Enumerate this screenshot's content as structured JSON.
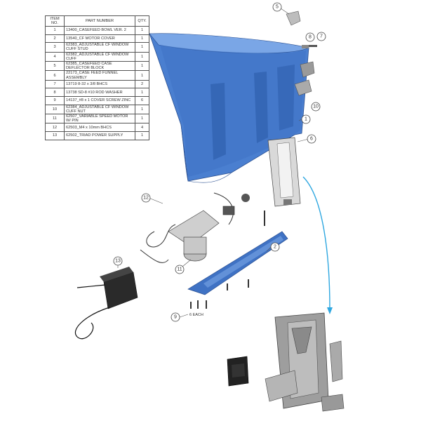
{
  "table": {
    "headers": {
      "item_no": "ITEM\nNO.",
      "part_number": "PART NUMBER",
      "qty": "QTY."
    },
    "rows": [
      {
        "item": "1",
        "part": "13400_CASEFEED BOWL VER. 2",
        "qty": "1"
      },
      {
        "item": "2",
        "part": "13540_CF MOTOR COVER",
        "qty": "1"
      },
      {
        "item": "3",
        "part": "62383_ADJUSTABLE CF WINDOW CUFF STUD",
        "qty": "1"
      },
      {
        "item": "4",
        "part": "62382_ADJUSTABLE CF WINDOW CUFF",
        "qty": "1"
      },
      {
        "item": "5",
        "part": "62385_CASEFEED CASE DEFLECTOR BLOCK",
        "qty": "1"
      },
      {
        "item": "6",
        "part": "22173_CASE FEED FUNNEL ASSEMBLY",
        "qty": "1"
      },
      {
        "item": "7",
        "part": "13719 8-32 x 3/8 BHCS",
        "qty": "2"
      },
      {
        "item": "8",
        "part": "13738 SD-8 #10 ROD WASHER",
        "qty": "1"
      },
      {
        "item": "9",
        "part": "14137_#8 x 1 COVER SCREW ZINC",
        "qty": "6"
      },
      {
        "item": "10",
        "part": "62384_ADJUSTABLE CF WINDOW CUFF NUT",
        "qty": "1"
      },
      {
        "item": "11",
        "part": "62507_VARIABLE SPEED MOTOR W/ PIN",
        "qty": "1"
      },
      {
        "item": "12",
        "part": "62503_M4 x 10mm BHCS",
        "qty": "4"
      },
      {
        "item": "13",
        "part": "62502_TRIAD POWER SUPPLY",
        "qty": "1"
      }
    ]
  },
  "callouts": [
    "1",
    "2",
    "5",
    "6",
    "7",
    "8",
    "9",
    "10",
    "11",
    "12",
    "13"
  ],
  "labels": {
    "six_each": "6 EACH"
  },
  "colors": {
    "bowl": "#4a7fd0",
    "bowl_dark": "#2f5fae",
    "bowl_light": "#7aa6e6",
    "arrow": "#2ea7e0",
    "metal": "#bdbdbd"
  },
  "icons": [
    "screw-icon",
    "washer-icon",
    "power-supply-icon",
    "motor-icon",
    "switch-icon"
  ]
}
